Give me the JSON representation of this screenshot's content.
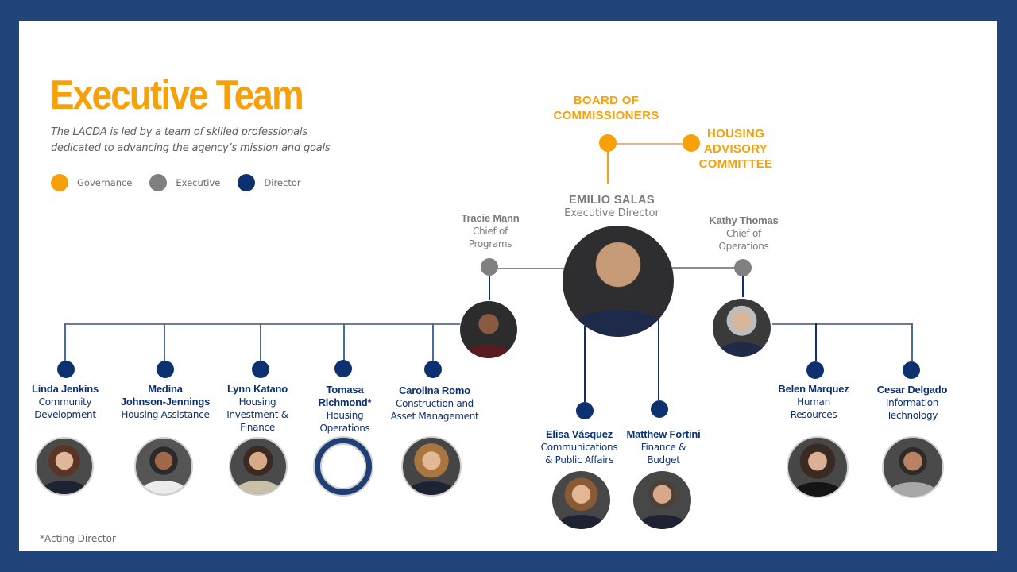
{
  "slide": {
    "title": "Executive Team",
    "subtitle": "The LACDA is led by a team of skilled professionals dedicated to advancing the agency’s mission and goals",
    "footnote": "*Acting Director"
  },
  "colors": {
    "frame": "#21447b",
    "governance": "#f7a10a",
    "executive": "#808080",
    "director": "#0d3170"
  },
  "legend": [
    {
      "label": "Governance",
      "color": "#f7a10a"
    },
    {
      "label": "Executive",
      "color": "#808080"
    },
    {
      "label": "Director",
      "color": "#0d3170"
    }
  ],
  "governance": {
    "board": "BOARD OF COMMISSIONERS",
    "board_line1": "BOARD OF",
    "board_line2": "COMMISSIONERS",
    "advisory_line1": "HOUSING",
    "advisory_line2": "ADVISORY",
    "advisory_line3": "COMMITTEE"
  },
  "executive_director": {
    "name": "EMILIO SALAS",
    "title": "Executive Director"
  },
  "chiefs": [
    {
      "name": "Tracie Mann",
      "title_line1": "Chief of",
      "title_line2": "Programs"
    },
    {
      "name": "Kathy Thomas",
      "title_line1": "Chief of",
      "title_line2": "Operations"
    }
  ],
  "directors_programs": [
    {
      "name": "Linda Jenkins",
      "role_line1": "Community",
      "role_line2": "Development"
    },
    {
      "name_line1": "Medina",
      "name_line2": "Johnson-Jennings",
      "role_line1": "Housing Assistance"
    },
    {
      "name": "Lynn Katano",
      "role_line1": "Housing",
      "role_line2": "Investment &",
      "role_line3": "Finance"
    },
    {
      "name_line1": "Tomasa",
      "name_line2": "Richmond*",
      "role_line1": "Housing",
      "role_line2": "Operations"
    },
    {
      "name": "Carolina Romo",
      "role_line1": "Construction and",
      "role_line2": "Asset Management"
    }
  ],
  "directors_executive": [
    {
      "name": "Elisa Vásquez",
      "role_line1": "Communications",
      "role_line2": "& Public Affairs"
    },
    {
      "name": "Matthew Fortini",
      "role_line1": "Finance &",
      "role_line2": "Budget"
    }
  ],
  "directors_operations": [
    {
      "name": "Belen Marquez",
      "role_line1": "Human",
      "role_line2": "Resources"
    },
    {
      "name": "Cesar Delgado",
      "role_line1": "Information",
      "role_line2": "Technology"
    }
  ]
}
